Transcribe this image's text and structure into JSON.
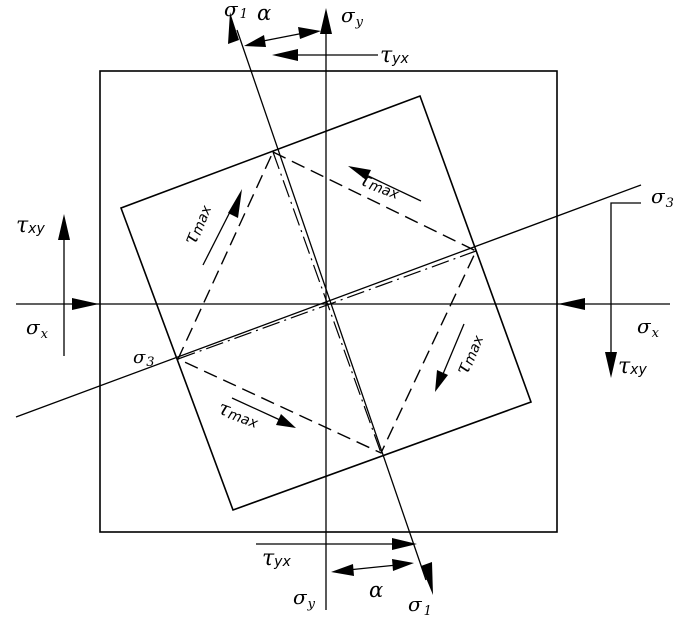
{
  "labels": {
    "sigma": "σ",
    "tau": "τ",
    "alpha": "α",
    "sub_1": "1",
    "sub_3": "3",
    "sub_x": "x",
    "sub_y": "y",
    "sub_xy": "xy",
    "sub_yx": "yx",
    "sub_max": "max"
  }
}
